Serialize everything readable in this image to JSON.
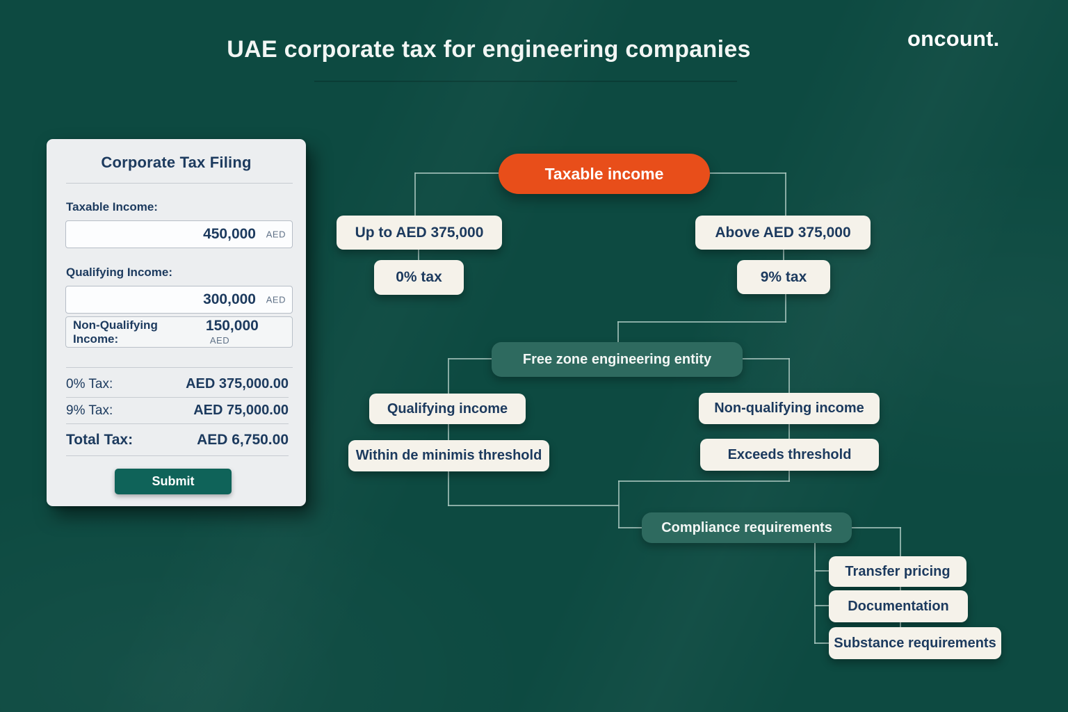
{
  "header": {
    "title": "UAE corporate tax for engineering companies",
    "logo": "oncount."
  },
  "form": {
    "title": "Corporate Tax Filing",
    "fields": [
      {
        "label": "Taxable Income:",
        "value": "450,000",
        "unit": "AED"
      },
      {
        "label": "Qualifying Income:",
        "value": "300,000",
        "unit": "AED"
      },
      {
        "label": "Non-Qualifying Income:",
        "value": "150,000",
        "unit": "AED"
      }
    ],
    "summary": [
      {
        "label": "0% Tax:",
        "value": "AED 375,000.00"
      },
      {
        "label": "9% Tax:",
        "value": "AED 75,000.00"
      },
      {
        "label": "Total Tax:",
        "value": "AED 6,750.00"
      }
    ],
    "submit_label": "Submit"
  },
  "flowchart": {
    "root_label": "Taxable income",
    "left_branch": {
      "condition": "Up to AED 375,000",
      "rate": "0% tax"
    },
    "right_branch": {
      "condition": "Above AED 375,000",
      "rate": "9% tax"
    },
    "entity_label": "Free zone engineering entity",
    "qualifying_label": "Qualifying income",
    "qualifying_detail": "Within de minimis threshold",
    "non_qualifying_label": "Non-qualifying income",
    "non_qualifying_detail": "Exceeds threshold",
    "compliance_label": "Compliance requirements",
    "compliance_items": [
      "Transfer pricing",
      "Documentation",
      "Substance requirements"
    ]
  },
  "colors": {
    "background": "#0d4a41",
    "accent_orange": "#e84e1a",
    "teal_pill": "#2e6a5f",
    "cream_box": "#f5f2ea",
    "navy_text": "#1c3a5e",
    "submit_teal": "#0f6359",
    "connector": "#a9c6be",
    "card_background": "#eceef0"
  }
}
